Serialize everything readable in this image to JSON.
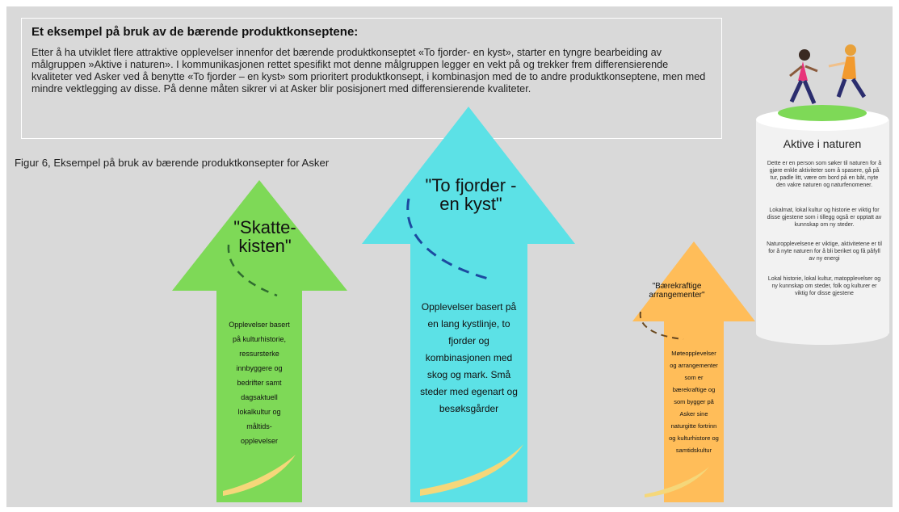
{
  "intro": {
    "title": "Et eksempel på bruk av de bærende produktkonseptene:",
    "body": "Etter å ha utviklet flere attraktive opplevelser innenfor det bærende produktkonseptet «To fjorder- en kyst», starter en tyngre bearbeiding av målgruppen »Aktive i naturen». I kommunikasjonen rettet spesifikt mot denne målgruppen legger en vekt på og trekker frem differensierende kvaliteter ved Asker ved å benytte «To fjorder – en kyst» som prioritert produktkonsept, i kombinasjon med de to andre produktkonseptene, men med mindre vektlegging av disse. På denne måten sikrer vi at Asker blir posisjonert med differensierende kvaliteter."
  },
  "caption": "Figur 6, Eksempel på bruk av bærende produktkonsepter for Asker",
  "arrows": {
    "green": {
      "color": "#7ed957",
      "title": "\"Skatte-\nkisten\"",
      "body": "Opplevelser basert\npå kulturhistorie,\nressursterke\ninnbyggere og\nbedrifter samt\ndagsaktuell\nlokalkultur og\nmåltids-\nopplevelser"
    },
    "blue": {
      "color": "#5ce1e6",
      "title": "\"To fjorder -\nen kyst\"",
      "body": "Opplevelser basert på\nen lang kystlinje, to\nfjorder og\nkombinasjonen med\nskog og mark. Små\nsteder med egenart og\nbesøksgårder"
    },
    "orange": {
      "color": "#ffbd59",
      "title": "\"Bærekraftige\narrangementer\"",
      "body": "Møteopplevelser\nog arrangementer\nsom er\nbærekraftige og\nsom bygger på\nAsker sine\nnaturgitte fortrinn\nog kulturhistore og\nsamtidskultur"
    }
  },
  "persona": {
    "title": "Aktive i naturen",
    "paragraphs": [
      "Dette er en person som søker til naturen for å gjøre enkle aktiviteter som å spasere, gå på tur, padle litt, være om bord på en båt, nyte den vakre naturen og naturfenomener.",
      "Lokalmat, lokal kultur og historie er viktig for disse gjestene som i tillegg også er opptatt av kunnskap om ny steder.",
      "Naturopplevelsene er viktige, aktivitetene er til for å nyte naturen for å bli beriket og få påfyll av ny energi",
      "Lokal historie, lokal kultur, matopplevelser og ny kunnskap om steder, folk og kulturer er viktig for disse gjestene"
    ]
  }
}
